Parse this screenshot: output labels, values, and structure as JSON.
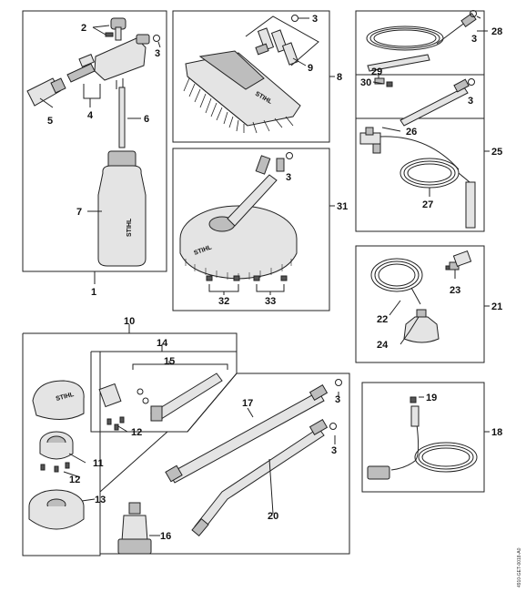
{
  "brand": "STIHL",
  "catalog_code": "4910-GET-0018-A0",
  "labels": {
    "p1": "1",
    "p2": "2",
    "p3a": "3",
    "p3b": "3",
    "p3c": "3",
    "p3d": "3",
    "p3e": "3",
    "p3f": "3",
    "p3g": "3",
    "p4": "4",
    "p5": "5",
    "p6": "6",
    "p7": "7",
    "p8": "8",
    "p9": "9",
    "p10": "10",
    "p11": "11",
    "p12a": "12",
    "p12b": "12",
    "p13": "13",
    "p14": "14",
    "p15": "15",
    "p16": "16",
    "p17": "17",
    "p18": "18",
    "p19": "19",
    "p20": "20",
    "p21": "21",
    "p22": "22",
    "p23": "23",
    "p24": "24",
    "p25": "25",
    "p26": "26",
    "p27": "27",
    "p28": "28",
    "p29": "29",
    "p30": "30",
    "p31": "31",
    "p32": "32",
    "p33": "33"
  }
}
